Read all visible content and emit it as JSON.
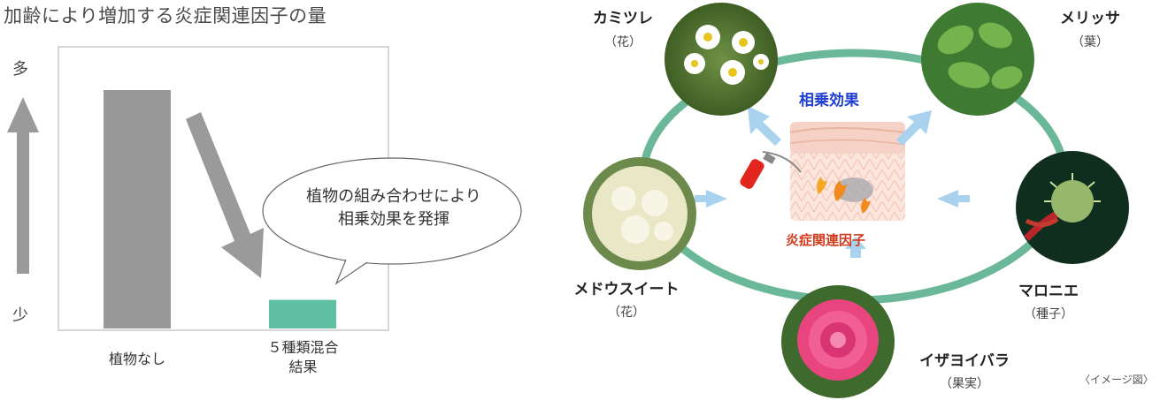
{
  "left": {
    "title": "加齢により増加する炎症関連因子の量",
    "axis_top": "多",
    "axis_bottom": "少",
    "bubble_line1": "植物の組み合わせにより",
    "bubble_line2": "相乗効果を発揮",
    "colors": {
      "bar_none": "#999999",
      "bar_mix": "#5fbfa2",
      "arrow": "#9a9a9a",
      "frame": "#c8c8c8"
    }
  },
  "chart_data": {
    "type": "bar",
    "title": "加齢により増加する炎症関連因子の量",
    "categories": [
      "植物なし",
      "５種類混合 結果"
    ],
    "category_lines": [
      [
        "植物なし"
      ],
      [
        "５種類混合",
        "結果"
      ]
    ],
    "values": [
      1.0,
      0.12
    ],
    "value_scale": "relative (多 = high, 少 = low)",
    "ylim": [
      0,
      1.1
    ]
  },
  "right": {
    "center_top": "相乗効果",
    "center_bottom": "炎症関連因子",
    "caption": "〈イメージ図〉",
    "ring_color": "#6bb79a",
    "arrow_color": "#a8d2ee",
    "flowers": [
      {
        "name": "カミツレ",
        "part": "（花）",
        "icon": "chamomile-flower"
      },
      {
        "name": "メリッサ",
        "part": "（葉）",
        "icon": "lemon-balm-leaves"
      },
      {
        "name": "メドウスイート",
        "part": "（花）",
        "icon": "meadowsweet-flower"
      },
      {
        "name": "マロニエ",
        "part": "（種子）",
        "icon": "horse-chestnut-seed"
      },
      {
        "name": "イザヨイバラ",
        "part": "（果実）",
        "icon": "rose-fruit"
      }
    ]
  }
}
